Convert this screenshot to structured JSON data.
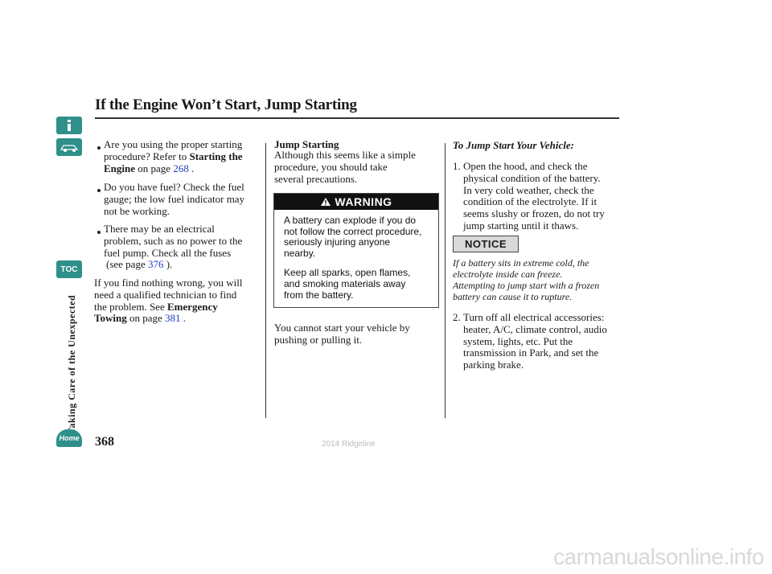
{
  "header": {
    "title": "If the Engine Won’t Start, Jump Starting"
  },
  "sidebar": {
    "toc_label": "TOC",
    "home_label": "Home",
    "section_label": "Taking Care of the Unexpected",
    "accent_color": "#2f8f8a"
  },
  "footer": {
    "page_number": "368",
    "model": "2014 Ridgeline"
  },
  "watermark": "carmanualsonline.info",
  "left_column": {
    "bullet1": {
      "l1": "Are you using the proper starting",
      "l2_text": "procedure? Refer to ",
      "l2_bold": "Starting the",
      "l3_bold": "Engine",
      "l3_text": " on page ",
      "page": "268",
      "tail": " ."
    },
    "bullet2": {
      "l1": "Do you have fuel? Check the fuel",
      "l2": "gauge; the low fuel indicator may",
      "l3": "not be working."
    },
    "bullet3": {
      "l1": "There may be an electrical",
      "l2": "problem, such as no power to the",
      "l3": "fuel pump. Check all the fuses",
      "l4_text": "(see page ",
      "page": "376",
      "tail": " )."
    },
    "para": {
      "l1": "If you find nothing wrong, you will",
      "l2": "need a qualified technician to find",
      "l3_text": "the problem. See ",
      "l3_bold": "Emergency",
      "l4_bold": "Towing",
      "l4_text": " on page ",
      "page": "381",
      "tail": " ."
    }
  },
  "middle_column": {
    "heading": "Jump Starting",
    "intro": {
      "l1": "Although this seems like a simple",
      "l2": "procedure, you should take",
      "l3": "several precautions."
    },
    "warning": {
      "label": "WARNING",
      "p1": {
        "l1": "A battery can explode if you do",
        "l2": "not follow the correct procedure,",
        "l3": "seriously injuring anyone",
        "l4": "nearby."
      },
      "p2": {
        "l1": "Keep all sparks, open flames,",
        "l2": "and smoking materials away",
        "l3": "from the battery."
      }
    },
    "outro": {
      "l1": "You cannot start your vehicle by",
      "l2": "pushing or pulling it."
    }
  },
  "right_column": {
    "heading": "To Jump Start Your Vehicle:",
    "step1": {
      "num": "1.",
      "l1": "Open the hood, and check the",
      "l2": "physical condition of the battery.",
      "l3": "In very cold weather, check the",
      "l4": "condition of the electrolyte. If it",
      "l5": "seems slushy or frozen, do not try",
      "l6": "jump starting until it thaws."
    },
    "notice": {
      "label": "NOTICE",
      "l1": "If a battery sits in extreme cold, the",
      "l2": "electrolyte inside can freeze.",
      "l3": "Attempting to jump start with a frozen",
      "l4": "battery can cause it to rupture."
    },
    "step2": {
      "num": "2.",
      "l1": "Turn off all electrical accessories:",
      "l2": "heater, A/C, climate control, audio",
      "l3": "system, lights, etc. Put the",
      "l4": "transmission in Park, and set the",
      "l5": "parking brake."
    }
  }
}
